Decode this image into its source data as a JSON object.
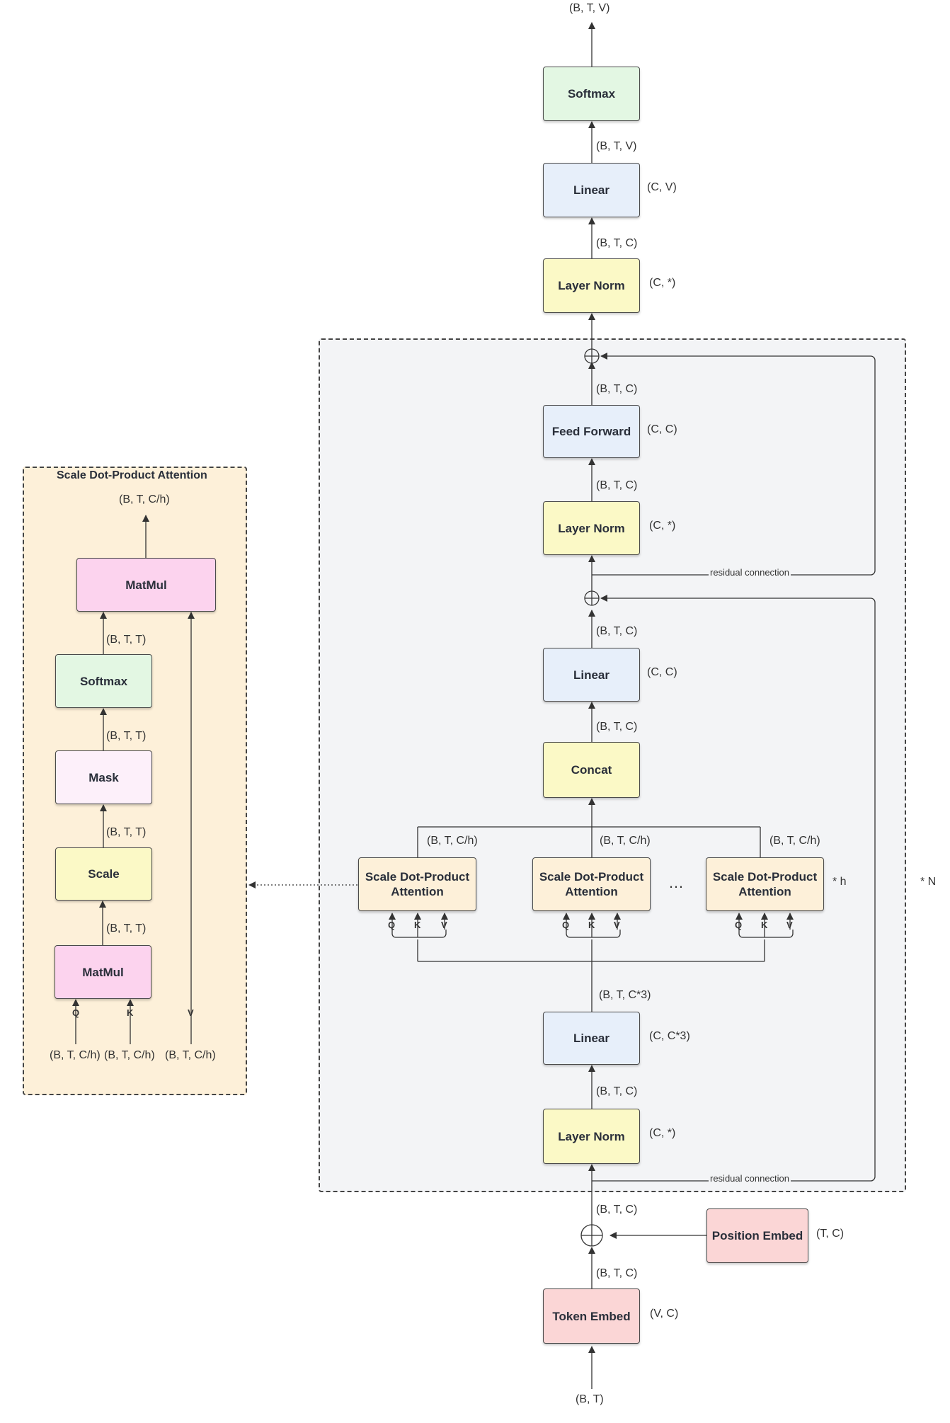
{
  "diagram": {
    "nodes": {
      "softmax_top": "Softmax",
      "linear_out": "Linear",
      "layernorm_final": "Layer Norm",
      "feed_forward": "Feed Forward",
      "layernorm_2": "Layer Norm",
      "linear_proj": "Linear",
      "concat": "Concat",
      "sdpa_1": "Scale Dot-Product Attention",
      "sdpa_2": "Scale Dot-Product Attention",
      "sdpa_3": "Scale Dot-Product Attention",
      "linear_qkv": "Linear",
      "layernorm_1": "Layer Norm",
      "position_embed": "Position Embed",
      "token_embed": "Token Embed"
    },
    "shapes": {
      "output": "(B, T, V)",
      "softmax_in": "(B, T, V)",
      "linear_out_in": "(B, T, C)",
      "ln2_to_ff": "(B, T, C)",
      "ff_out": "(B, T, C)",
      "proj_out": "(B, T, C)",
      "concat_out": "(B, T, C)",
      "head_1": "(B, T, C/h)",
      "head_2": "(B, T, C/h)",
      "head_3": "(B, T, C/h)",
      "qkv_out": "(B, T, C*3)",
      "ln1_out": "(B, T, C)",
      "embed_sum": "(B, T, C)",
      "token_out": "(B, T, C)",
      "input": "(B, T)"
    },
    "params": {
      "linear_out": "(C, V)",
      "layernorm_final": "(C, *)",
      "feed_forward": "(C, C)",
      "layernorm_2": "(C, *)",
      "linear_proj": "(C, C)",
      "linear_qkv": "(C, C*3)",
      "layernorm_1": "(C, *)",
      "position_embed": "(T, C)",
      "token_embed": "(V, C)"
    },
    "qkv": {
      "q": "Q",
      "k": "K",
      "v": "V"
    },
    "ellipsis": "…",
    "times_h": "* h",
    "times_n": "* N",
    "residual_label": "residual connection",
    "sdpa_panel": {
      "title": "Scale Dot-Product Attention",
      "output_shape": "(B, T, C/h)",
      "nodes": {
        "matmul_top": "MatMul",
        "softmax": "Softmax",
        "mask": "Mask",
        "scale": "Scale",
        "matmul_bottom": "MatMul"
      },
      "shapes": {
        "softmax_out": "(B, T, T)",
        "mask_out": "(B, T, T)",
        "scale_out": "(B, T, T)",
        "matmul_out": "(B, T, T)"
      },
      "inputs": {
        "q": "(B, T, C/h)",
        "k": "(B, T, C/h)",
        "v": "(B, T, C/h)"
      }
    }
  }
}
